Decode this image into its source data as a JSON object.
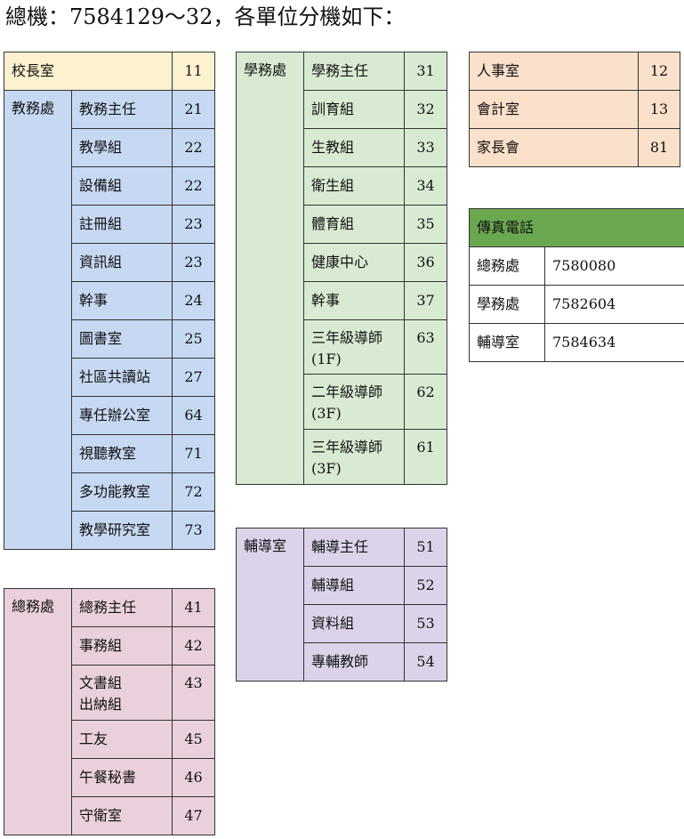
{
  "title": "總機：7584129～32，各單位分機如下：",
  "principal": {
    "name": "校長室",
    "ext": "11"
  },
  "academic": {
    "name": "教務處",
    "rows": [
      {
        "unit": "教務主任",
        "ext": "21"
      },
      {
        "unit": "教學組",
        "ext": "22"
      },
      {
        "unit": "設備組",
        "ext": "22"
      },
      {
        "unit": "註冊組",
        "ext": "23"
      },
      {
        "unit": "資訊組",
        "ext": "23"
      },
      {
        "unit": "幹事",
        "ext": "24"
      },
      {
        "unit": "圖書室",
        "ext": "25"
      },
      {
        "unit": "社區共讀站",
        "ext": "27"
      },
      {
        "unit": "專任辦公室",
        "ext": "64"
      },
      {
        "unit": "視聽教室",
        "ext": "71"
      },
      {
        "unit": "多功能教室",
        "ext": "72"
      },
      {
        "unit": "教學研究室",
        "ext": "73"
      }
    ]
  },
  "student_affairs": {
    "name": "學務處",
    "rows": [
      {
        "unit": "學務主任",
        "unit2": "",
        "ext": "31"
      },
      {
        "unit": "訓育組",
        "unit2": "",
        "ext": "32"
      },
      {
        "unit": "生教組",
        "unit2": "",
        "ext": "33"
      },
      {
        "unit": "衛生組",
        "unit2": "",
        "ext": "34"
      },
      {
        "unit": "體育組",
        "unit2": "",
        "ext": "35"
      },
      {
        "unit": "健康中心",
        "unit2": "",
        "ext": "36"
      },
      {
        "unit": "幹事",
        "unit2": "",
        "ext": "37"
      },
      {
        "unit": "三年級導師",
        "unit2": "(1F)",
        "ext": "63"
      },
      {
        "unit": "二年級導師",
        "unit2": "(3F)",
        "ext": "62"
      },
      {
        "unit": "三年級導師",
        "unit2": "(3F)",
        "ext": "61"
      }
    ]
  },
  "counseling": {
    "name": "輔導室",
    "rows": [
      {
        "unit": "輔導主任",
        "ext": "51"
      },
      {
        "unit": "輔導組",
        "ext": "52"
      },
      {
        "unit": "資料組",
        "ext": "53"
      },
      {
        "unit": "專輔教師",
        "ext": "54"
      }
    ]
  },
  "general_affairs": {
    "name": "總務處",
    "rows": [
      {
        "unit": "總務主任",
        "unit2": "",
        "ext": "41"
      },
      {
        "unit": "事務組",
        "unit2": "",
        "ext": "42"
      },
      {
        "unit": "文書組",
        "unit2": "出納組",
        "ext": "43"
      },
      {
        "unit": "工友",
        "unit2": "",
        "ext": "45"
      },
      {
        "unit": "午餐秘書",
        "unit2": "",
        "ext": "46"
      },
      {
        "unit": "守衛室",
        "unit2": "",
        "ext": "47"
      }
    ]
  },
  "others": [
    {
      "name": "人事室",
      "ext": "12"
    },
    {
      "name": "會計室",
      "ext": "13"
    },
    {
      "name": "家長會",
      "ext": "81"
    }
  ],
  "fax": {
    "header": "傳真電話",
    "rows": [
      {
        "unit": "總務處",
        "number": "7580080"
      },
      {
        "unit": "學務處",
        "number": "7582604"
      },
      {
        "unit": "輔導室",
        "number": "7584634"
      }
    ]
  },
  "colors": {
    "principal": "#fdf2cf",
    "academic": "#c6d8f2",
    "student_affairs": "#d9ead3",
    "counseling": "#dcd3ea",
    "general_affairs": "#ead0dc",
    "others": "#fbe1cb",
    "fax_header": "#6aa84f"
  }
}
